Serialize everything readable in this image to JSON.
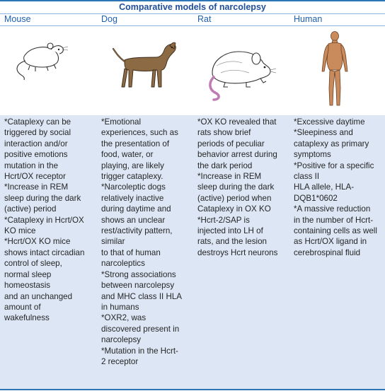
{
  "title": "Comparative models of narcolepsy",
  "columns": [
    {
      "header": "Mouse",
      "image_icon": "mouse-icon",
      "lines": [
        "*Cataplexy can be",
        "triggered by social",
        "interaction and/or",
        "positive emotions",
        "mutation in the",
        "Hcrt/OX receptor",
        "*Increase in REM",
        "sleep during the dark",
        "(active) period",
        "*Cataplexy in Hcrt/OX",
        "KO mice",
        "*Hcrt/OX KO mice",
        "shows intact circadian",
        "control of sleep,",
        "normal sleep",
        "homeostasis",
        "and an unchanged",
        "amount of",
        "wakefulness"
      ]
    },
    {
      "header": "Dog",
      "image_icon": "dog-icon",
      "lines": [
        "*Emotional",
        "experiences, such as",
        "the presentation of",
        "food, water, or",
        "playing, are likely",
        "trigger cataplexy.",
        "*Narcoleptic dogs",
        "relatively inactive",
        "during daytime and",
        "shows an unclear",
        "rest/activity pattern,",
        "similar",
        "to that of human",
        "narcoleptics",
        "*Strong associations",
        "between narcolepsy",
        "and MHC class II HLA",
        "in humans",
        "*OXR2, was",
        "discovered present in",
        "narcolepsy",
        "*Mutation in the Hcrt-",
        "2 receptor"
      ]
    },
    {
      "header": "Rat",
      "image_icon": "rat-icon",
      "lines": [
        "*OX KO revealed that",
        "rats show brief",
        "periods of peculiar",
        "behavior arrest during",
        "the dark period",
        "*Increase in REM",
        "sleep during the dark",
        "(active) period when",
        "Cataplexy in OX KO",
        "*Hcrt-2/SAP is",
        "injected into LH of",
        "rats, and the lesion",
        "destroys Hcrt neurons"
      ]
    },
    {
      "header": "Human",
      "image_icon": "human-icon",
      "lines": [
        "*Excessive daytime",
        "*Sleepiness and",
        "cataplexy as primary",
        "symptoms",
        "*Positive for a specific",
        "class II",
        "HLA allele, HLA-",
        "DQB1*0602",
        "*A massive reduction",
        "in the number of Hcrt-",
        "containing cells as well",
        "as Hcrt/OX ligand in",
        "cerebrospinal fluid"
      ]
    }
  ],
  "colors": {
    "header_text": "#1f5fae",
    "border": "#2e75b6",
    "band": "#dce6f4"
  }
}
